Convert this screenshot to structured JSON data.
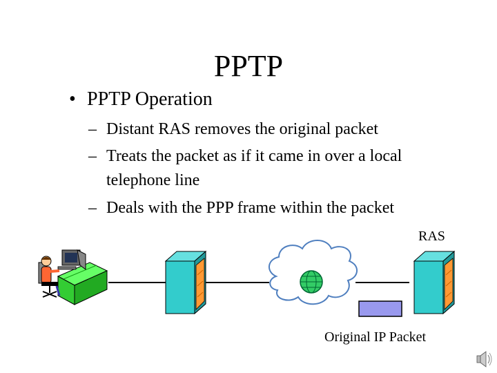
{
  "slide": {
    "title": "PPTP",
    "bullet": {
      "symbol": "•",
      "text": "PPTP Operation"
    },
    "subbullets": [
      {
        "dash": "–",
        "text": "Distant RAS removes the original packet"
      },
      {
        "dash": "–",
        "text": "Treats the packet as if it came in over a local"
      },
      {
        "dash": "",
        "text": "telephone line"
      },
      {
        "dash": "–",
        "text": "Deals with the PPP frame within the packet"
      }
    ]
  },
  "diagram": {
    "ras_label": "RAS",
    "packet_label": "Original IP Packet",
    "icons": {
      "workstation": "user-at-computer-icon",
      "local_server": "server-tower-icon",
      "internet": "cloud-network-icon",
      "remote_server": "server-tower-icon",
      "packet": "ip-packet-icon",
      "audio": "speaker-icon"
    },
    "colors": {
      "desk": "#66ff66",
      "server": "#33cccc",
      "server_panel": "#ff9933",
      "globe": "#33cc66",
      "packet": "#9999ee"
    }
  }
}
